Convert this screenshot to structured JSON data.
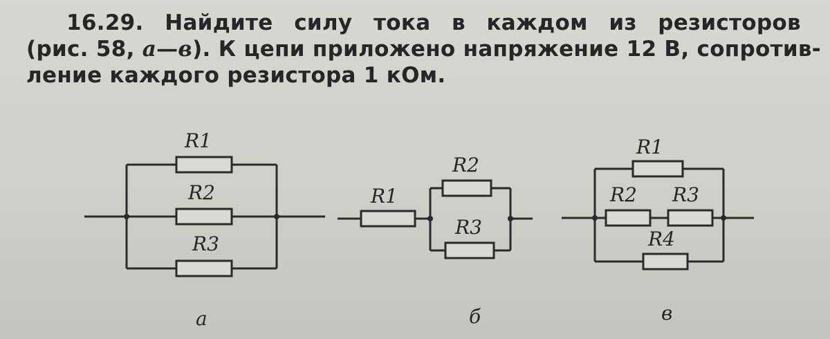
{
  "problem": {
    "number": "16.29.",
    "line1_words": [
      "Найдите",
      "силу",
      "тока",
      "в",
      "каждом",
      "из",
      "резисторов"
    ],
    "line2_start": "(рис. 58, ",
    "line2_fig": "а—в",
    "line2_rest": "). К цепи приложено напряжение 12 В, сопротив-",
    "line3": "ление каждого резистора 1 кОм."
  },
  "figures": {
    "a": {
      "caption": "а",
      "labels": [
        "R1",
        "R2",
        "R3"
      ]
    },
    "b": {
      "caption": "б",
      "labels": [
        "R1",
        "R2",
        "R3"
      ]
    },
    "v": {
      "caption": "в",
      "labels": [
        "R1",
        "R2",
        "R3",
        "R4"
      ]
    }
  }
}
